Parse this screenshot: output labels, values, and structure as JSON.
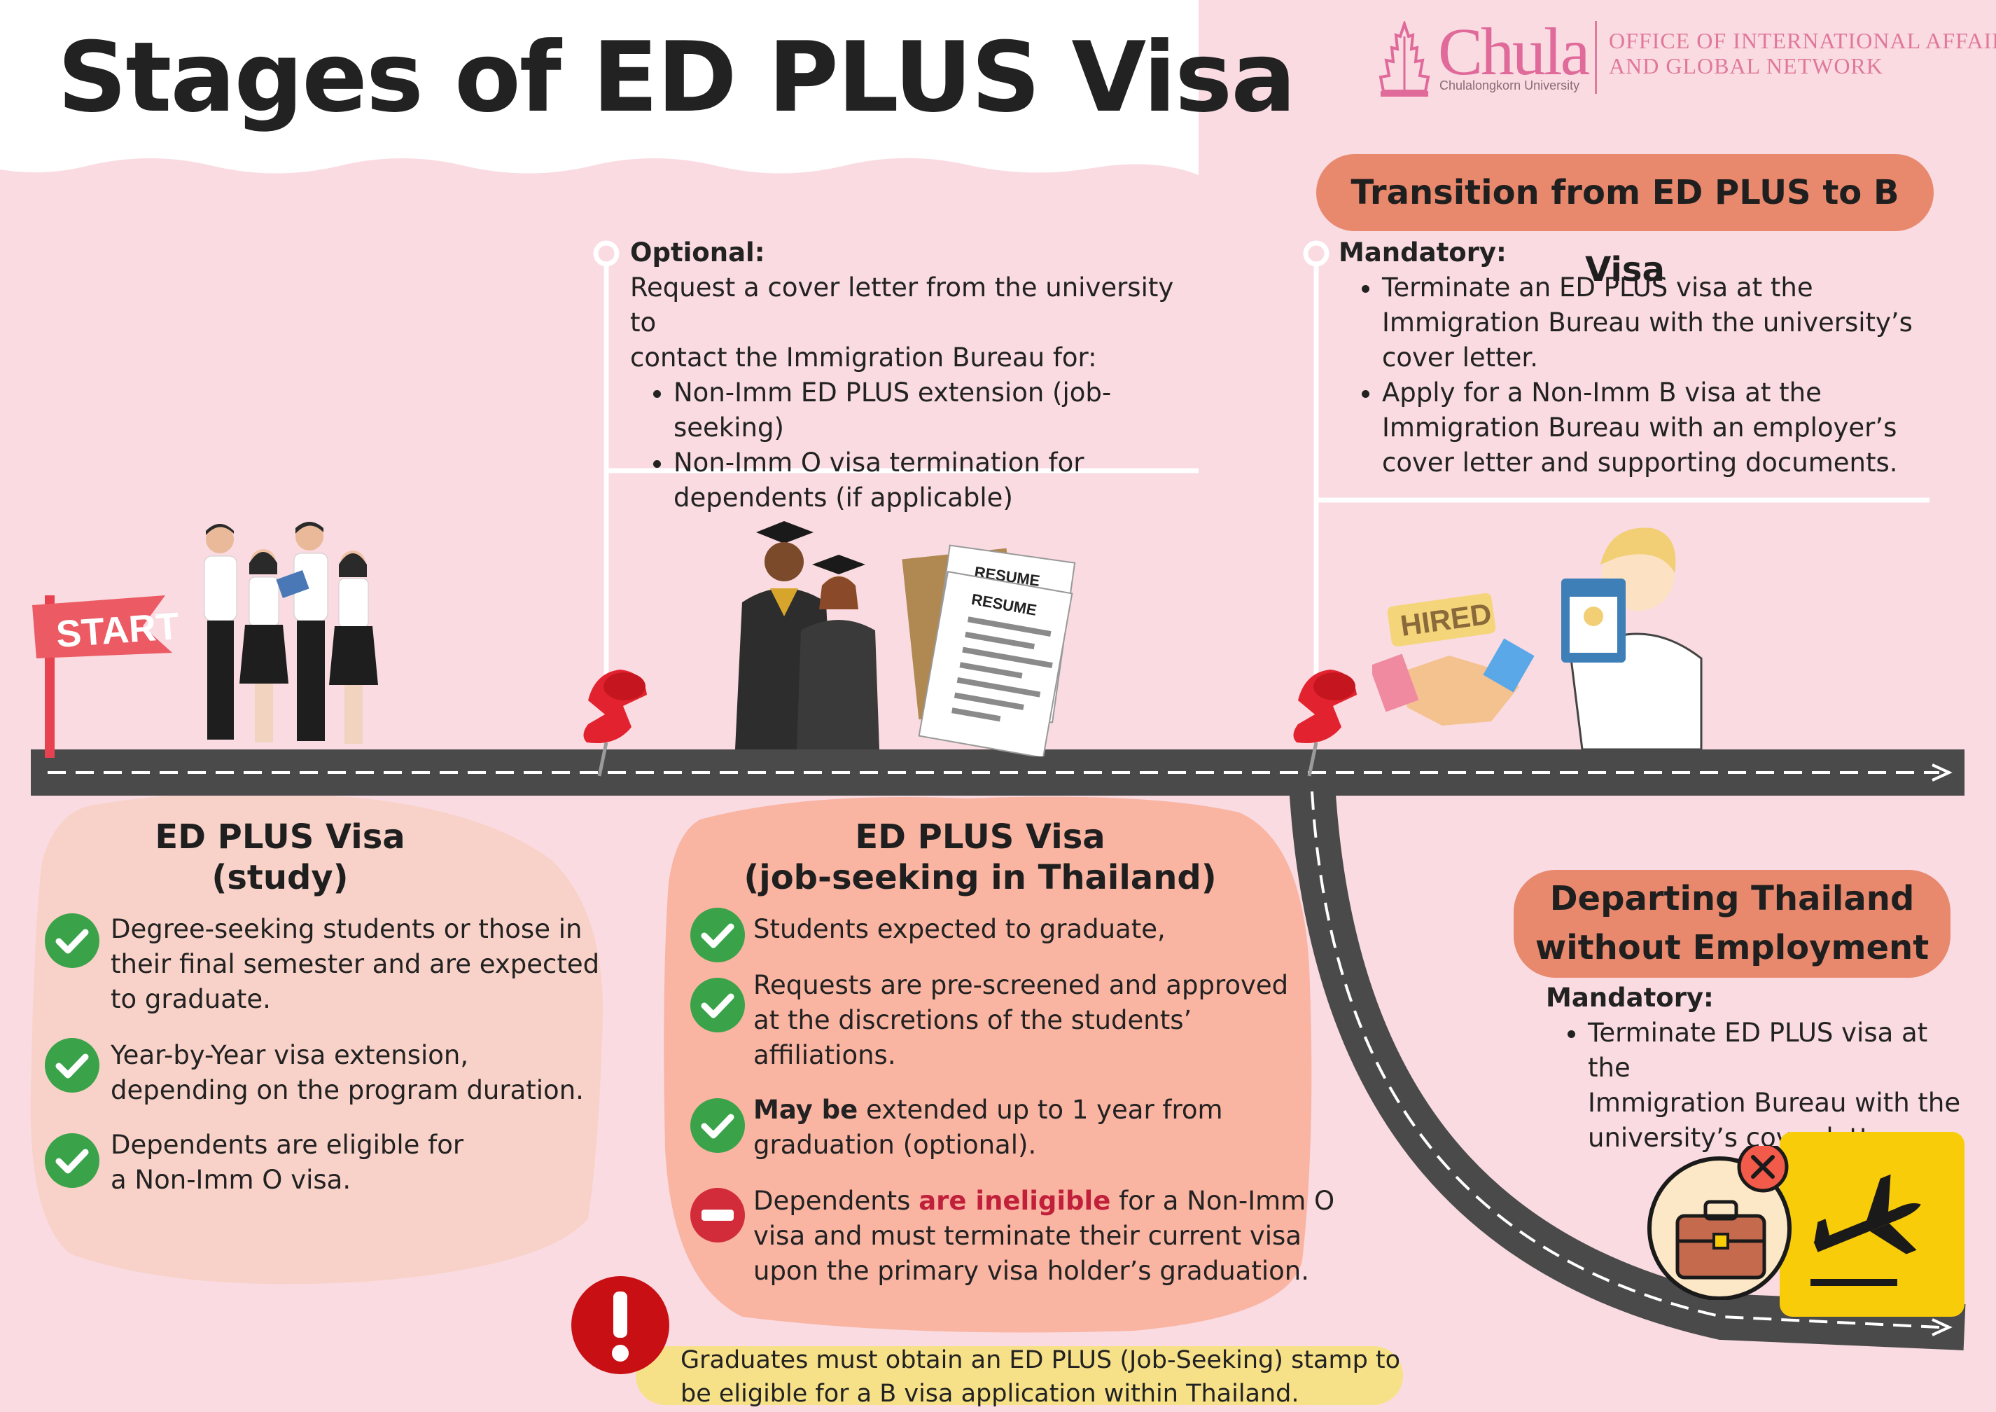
{
  "title": "Stages of ED PLUS Visa",
  "logo": {
    "name": "Chula",
    "sub": "Chulalongkorn University",
    "office_line1": "OFFICE OF INTERNATIONAL AFFAIRS",
    "office_line2": "AND GLOBAL NETWORK"
  },
  "start_flag": "START",
  "optional_box": {
    "heading": "Optional:",
    "intro_line1": "Request a cover letter from the university to",
    "intro_line2": "contact the Immigration Bureau for:",
    "bullet1": "Non-Imm ED PLUS extension (job-seeking)",
    "bullet2_line1": "Non-Imm O visa termination for",
    "bullet2_line2": "dependents (if applicable)"
  },
  "transition": {
    "pill": "Transition from ED PLUS to B Visa",
    "heading": "Mandatory:",
    "b1_line1": "Terminate an ED PLUS visa at the",
    "b1_line2": "Immigration Bureau with the university’s",
    "b1_line3": "cover letter.",
    "b2_line1": "Apply for a Non-Imm B visa at the",
    "b2_line2": "Immigration Bureau with an employer’s",
    "b2_line3": "cover letter and supporting documents."
  },
  "illustrations": {
    "resume_top": "RESUME",
    "resume_front": "RESUME",
    "hired_sign": "HIRED"
  },
  "study": {
    "title_line1": "ED PLUS Visa",
    "title_line2": "(study)",
    "i1_l1": "Degree-seeking students or those in",
    "i1_l2": "their final semester and are expected",
    "i1_l3": "to graduate.",
    "i2_l1": "Year-by-Year visa extension,",
    "i2_l2": "depending on the program duration.",
    "i3_l1": "Dependents are eligible for",
    "i3_l2": "a Non-Imm O visa."
  },
  "jobseek": {
    "title_line1": "ED PLUS Visa",
    "title_line2": "(job-seeking in Thailand)",
    "i1": "Students expected to graduate,",
    "i2_l1": "Requests are pre-screened and approved",
    "i2_l2": "at the discretions of the students’",
    "i2_l3": "affiliations.",
    "i3_bold": "May be",
    "i3_rest": " extended up to 1 year from",
    "i3_l2": "graduation (optional).",
    "i4_pre": "Dependents ",
    "i4_red": "are ineligible",
    "i4_post": " for a Non-Imm O",
    "i4_l2": "visa and must terminate their current visa",
    "i4_l3": "upon the primary visa holder’s graduation."
  },
  "departing": {
    "pill_line1": "Departing Thailand",
    "pill_line2": "without Employment",
    "heading": "Mandatory:",
    "b1_line1": "Terminate ED PLUS visa at the",
    "b1_line2": "Immigration Bureau with the",
    "b1_line3": "university’s cover letter."
  },
  "notice": {
    "line1": "Graduates must obtain an ED PLUS (Job-Seeking) stamp to",
    "line2": "be eligible for a B visa application within Thailand."
  },
  "colors": {
    "background": "#f9dbe1",
    "pill": "#e8886d",
    "study_blob": "#f8d2c8",
    "jobseek_blob": "#f9b4a2",
    "road": "#4a4a4a",
    "check": "#3aa34a",
    "stop": "#d22b3a",
    "notice": "#f7e188",
    "plane_box": "#f9cc0a"
  }
}
